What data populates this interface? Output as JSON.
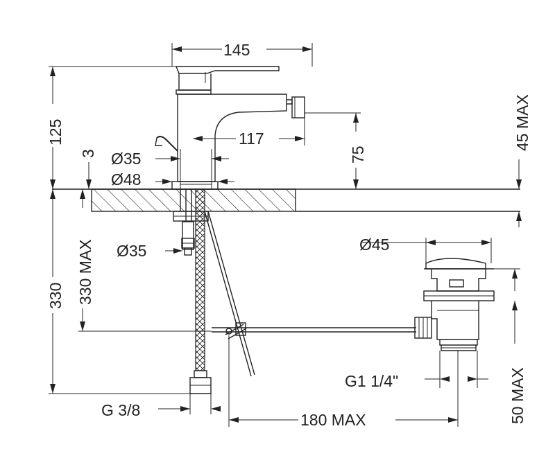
{
  "dimensions": {
    "d145": "145",
    "d125": "125",
    "d117": "117",
    "d75": "75",
    "d45max": "45 MAX",
    "d3": "3",
    "dia35_top": "Ø35",
    "dia48": "Ø48",
    "dia35_bottom": "Ø35",
    "d330max": "330 MAX",
    "d330": "330",
    "dia45": "Ø45",
    "g114": "G1 1/4\"",
    "d50max": "50 MAX",
    "g38": "G 3/8",
    "d180max": "180 MAX"
  }
}
